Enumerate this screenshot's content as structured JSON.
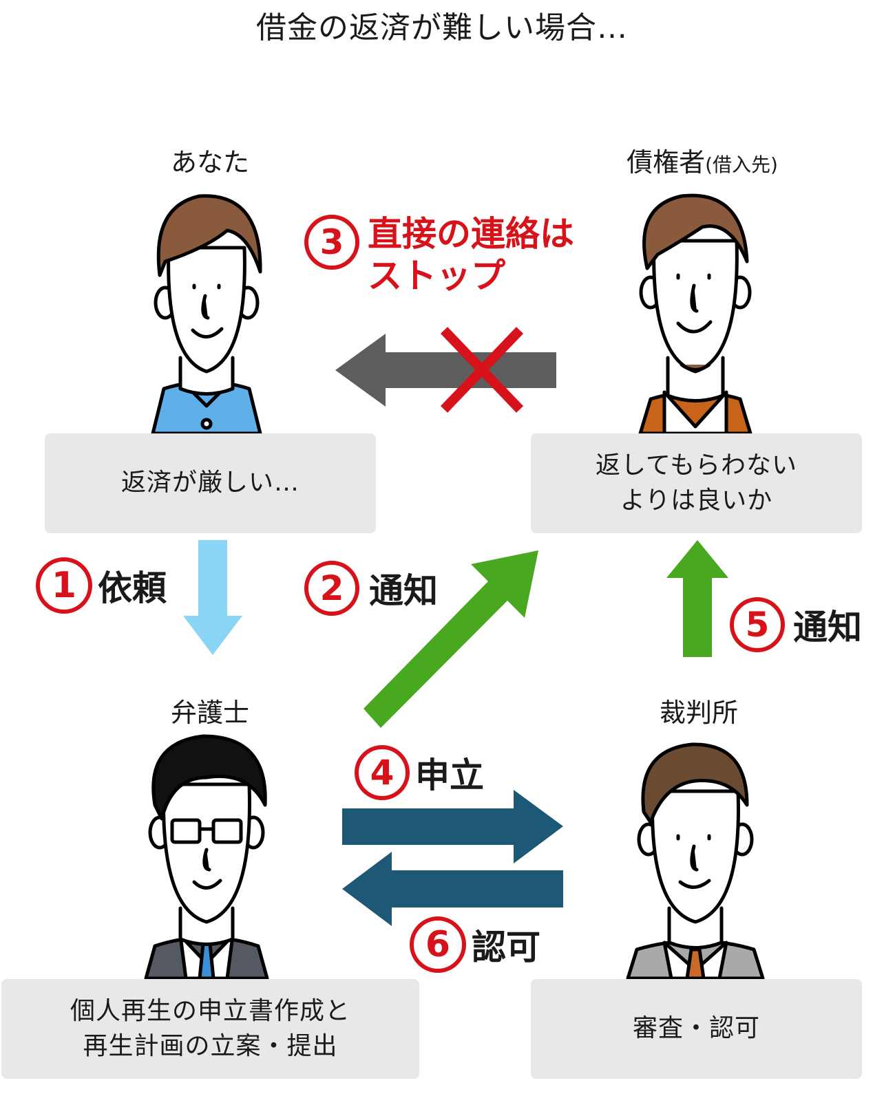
{
  "title": "借金の返済が難しい場合…",
  "roles": {
    "you": "あなた",
    "creditor": "債権者",
    "creditor_sub": "(借入先)",
    "lawyer": "弁護士",
    "court": "裁判所"
  },
  "boxes": {
    "you": "返済が厳しい…",
    "creditor_line1": "返してもらわない",
    "creditor_line2": "よりは良いか",
    "lawyer_line1": "個人再生の申立書作成と",
    "lawyer_line2": "再生計画の立案・提出",
    "court": "審査・認可"
  },
  "steps": [
    {
      "num": "1",
      "label": "依頼"
    },
    {
      "num": "2",
      "label": "通知"
    },
    {
      "num": "3",
      "label_line1": "直接の連絡は",
      "label_line2": "ストップ"
    },
    {
      "num": "4",
      "label": "申立"
    },
    {
      "num": "5",
      "label": "通知"
    },
    {
      "num": "6",
      "label": "認可"
    }
  ],
  "colors": {
    "accent_red": "#d7121a",
    "arrow_light_blue": "#8ad4f5",
    "arrow_green": "#48a81f",
    "arrow_dark_blue": "#1e5877",
    "arrow_gray": "#5d5d5d",
    "box_bg": "#e8e8e8"
  }
}
